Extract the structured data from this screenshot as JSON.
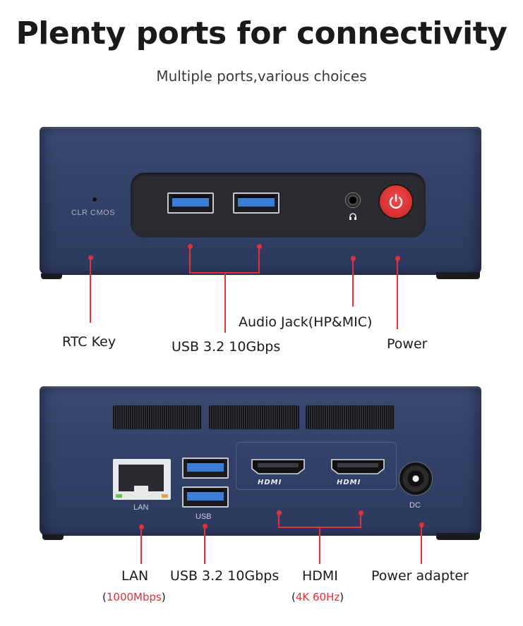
{
  "header": {
    "title": "Plenty ports for connectivity",
    "subtitle": "Multiple ports,various choices"
  },
  "front": {
    "clr_label": "CLR CMOS",
    "callouts": {
      "rtc": "RTC Key",
      "usb": "USB 3.2 10Gbps",
      "audio": "Audio Jack(HP&MIC)",
      "power": "Power"
    }
  },
  "back": {
    "lan_port_label": "LAN",
    "usb_port_label": "USB",
    "hdmi_logo": "HDMI",
    "dc_port_label": "DC",
    "callouts": {
      "lan": "LAN",
      "lan_paren_open": "(",
      "lan_speed": "1000Mbps",
      "lan_paren_close": ")",
      "usb": "USB 3.2 10Gbps",
      "hdmi": "HDMI",
      "hdmi_paren_open": "(",
      "hdmi_res": "4K 60Hz",
      "hdmi_paren_close": ")",
      "power_adapter": "Power adapter"
    }
  },
  "colors": {
    "accent_red": "#e63038",
    "chassis_blue": "#34426a",
    "usb_blue": "#3a7ed8"
  },
  "icons": {
    "power": "power-icon",
    "headset": "headset-icon"
  }
}
